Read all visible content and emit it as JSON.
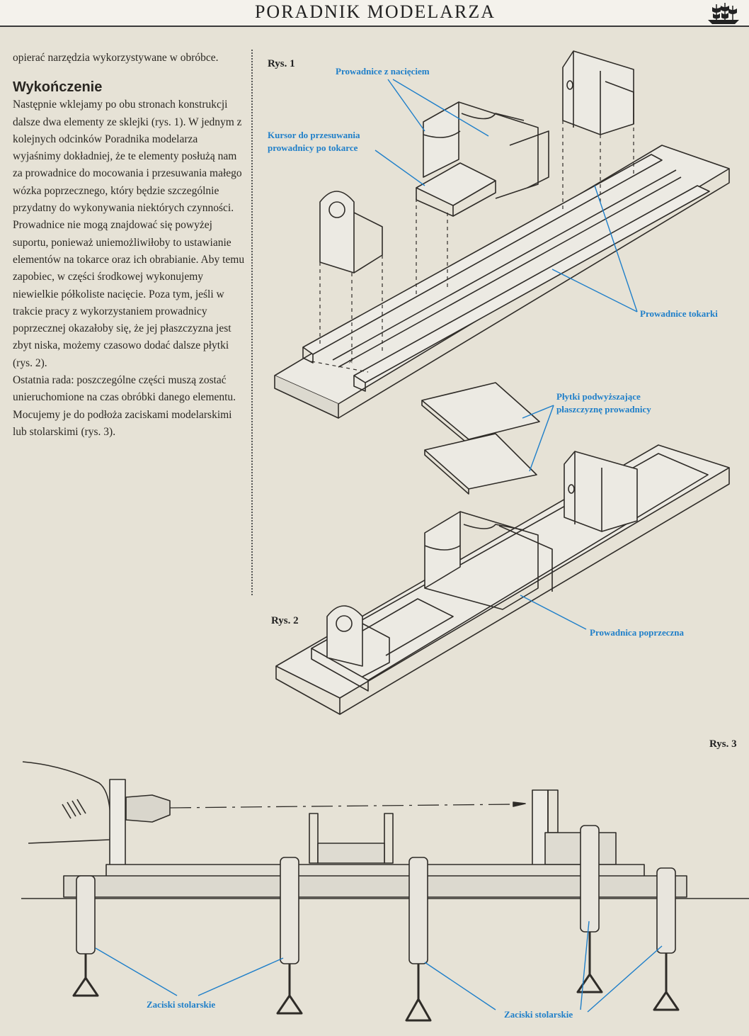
{
  "header": {
    "title": "PORADNIK MODELARZA",
    "icon": "ship-icon"
  },
  "article": {
    "intro": "opierać narzędzia wykorzystywane w obróbce.",
    "heading": "Wykończenie",
    "paragraphs": [
      "Następnie wklejamy po obu stronach konstrukcji dalsze dwa elementy ze sklejki (rys. 1). W jednym z kolejnych odcinków Poradnika modelarza wyjaśnimy dokładniej, że te elementy posłużą nam za prowadnice do mocowania i przesuwania małego wózka poprzecznego, który będzie szczególnie przydatny do wykonywania niektórych czynności.",
      "Prowadnice nie mogą znajdować się powyżej suportu, ponieważ uniemożliwiłoby to ustawianie elementów na tokarce oraz ich obrabianie. Aby temu zapobiec, w części środkowej wykonujemy niewielkie półkoliste nacięcie. Poza tym, jeśli w trakcie pracy z wykorzystaniem prowadnicy poprzecznej okazałoby się, że jej płaszczyzna jest zbyt niska, możemy czasowo dodać dalsze płytki (rys. 2).",
      "Ostatnia rada: poszczególne części muszą zostać unieruchomione na czas obróbki danego elementu. Mocujemy je do podłoża zaciskami modelarskimi lub stolarskimi (rys. 3)."
    ]
  },
  "figures": {
    "rys1": {
      "label": "Rys. 1",
      "callouts": {
        "notched_guides": "Prowadnice z nacięciem",
        "cursor": [
          "Kursor do przesuwania",
          "prowadnicy po tokarce"
        ],
        "lathe_guides": "Prowadnice tokarki",
        "plates": [
          "Płytki podwyższające",
          "płaszczyznę prowadnicy"
        ]
      }
    },
    "rys2": {
      "label": "Rys. 2",
      "callouts": {
        "cross_guide": "Prowadnica poprzeczna"
      }
    },
    "rys3": {
      "label": "Rys. 3",
      "callouts": {
        "clamps_left": "Zaciski stolarskie",
        "clamps_right": "Zaciski stolarskie"
      }
    }
  },
  "colors": {
    "callout": "#1f7fc9",
    "paper": "#e6e2d6",
    "ink": "#2a2722"
  }
}
